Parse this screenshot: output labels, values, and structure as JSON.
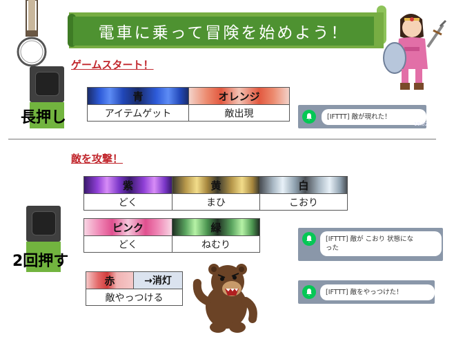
{
  "banner": {
    "title": "電車に乗って冒険を始めよう！"
  },
  "section_start": {
    "label": "ゲームスタート！"
  },
  "section_attack": {
    "label": "敵を攻撃！"
  },
  "press": {
    "long": "長押し",
    "double": "2回押す"
  },
  "table_start": {
    "colors": [
      "青",
      "オレンジ"
    ],
    "effects": [
      "アイテムゲット",
      "敵出現"
    ]
  },
  "table_attack1": {
    "colors": [
      "紫",
      "黄",
      "白"
    ],
    "effects": [
      "どく",
      "まひ",
      "こおり"
    ]
  },
  "table_attack2": {
    "colors": [
      "ピンク",
      "緑"
    ],
    "effects": [
      "どく",
      "ねむり"
    ]
  },
  "table_attack3": {
    "colors": [
      "赤",
      "→消灯"
    ],
    "effects": [
      "敵やっつける"
    ]
  },
  "notifications": [
    {
      "text": "[IFTTT] 敵が現れた！",
      "time": "19:02"
    },
    {
      "text": "[IFTTT] 敵が こおり 状態にな\nった"
    },
    {
      "text": "[IFTTT] 敵をやっつけた！"
    }
  ],
  "icons": {
    "bell": "bell-icon",
    "device": "button-device-icon",
    "hero": "hero-illustration",
    "bear": "bear-illustration",
    "keyring": "keyring-illustration"
  },
  "colors": {
    "banner_green": "#4e9231",
    "label_red": "#c1272d",
    "line_green": "#06c755"
  }
}
